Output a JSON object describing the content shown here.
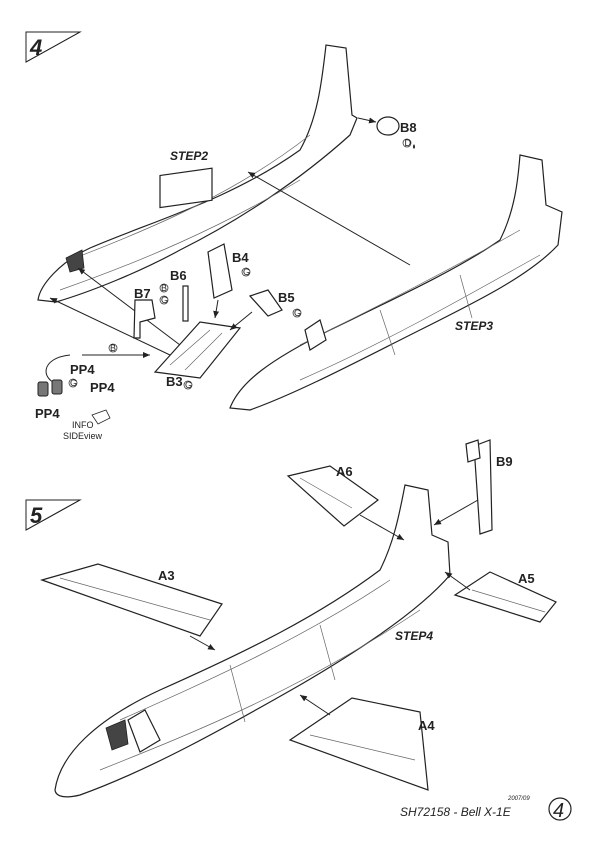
{
  "steps": [
    {
      "number": "4",
      "sub_label": "STEP2"
    },
    {
      "number": "5",
      "sub_label": "STEP4"
    }
  ],
  "step3_label": "STEP3",
  "parts_step4": {
    "b8": "B8",
    "b7": "B7",
    "b6": "B6",
    "b4": "B4",
    "b5": "B5",
    "b3": "B3",
    "pp4_a": "PP4",
    "pp4_b": "PP4",
    "pp4_c": "PP4"
  },
  "paint_codes": {
    "b8": "D",
    "b7": "B",
    "b6a": "B",
    "b6b": "G",
    "b4": "G",
    "b5": "G",
    "b3": "G",
    "pp4": "G"
  },
  "info_note": {
    "line1": "INFO",
    "line2": "SIDEview"
  },
  "parts_step5": {
    "a6": "A6",
    "b9": "B9",
    "a3": "A3",
    "a5": "A5",
    "a4": "A4"
  },
  "footer": {
    "date_code": "2007/09",
    "kit_name": "SH72158 - Bell X-1E",
    "page_number": "4"
  }
}
